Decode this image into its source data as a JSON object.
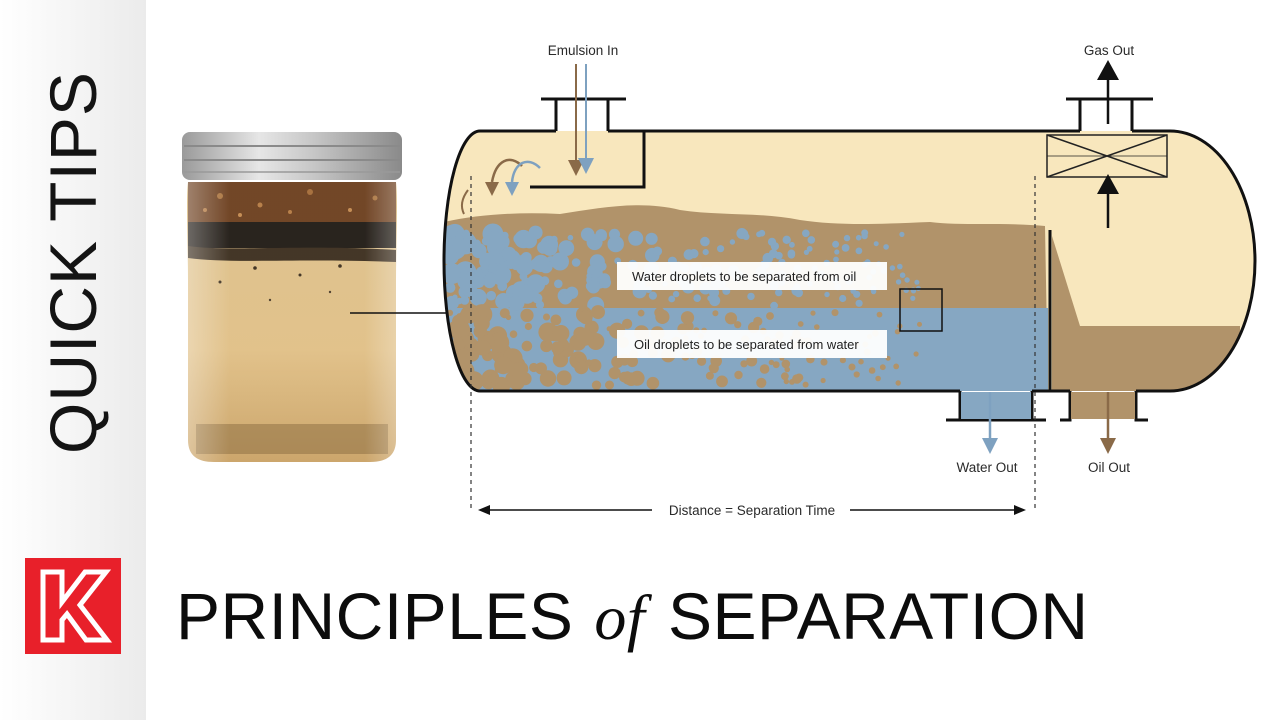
{
  "brand": {
    "series_label": "QUICK TIPS",
    "logo_letter": "K",
    "logo_color": "#e8202a"
  },
  "title": {
    "part1": "PRINCIPLES",
    "connector": "of",
    "part2": "SEPARATION"
  },
  "diagram": {
    "emulsion_in": "Emulsion In",
    "gas_out": "Gas Out",
    "water_out": "Water Out",
    "oil_out": "Oil Out",
    "water_droplets_label": "Water droplets to be separated from oil",
    "oil_droplets_label": "Oil droplets to be separated from water",
    "distance_label": "Distance = Separation Time",
    "colors": {
      "gas": "#f8e7bd",
      "oil": "#b1936a",
      "water": "#86a7c2",
      "outline": "#111111"
    }
  }
}
